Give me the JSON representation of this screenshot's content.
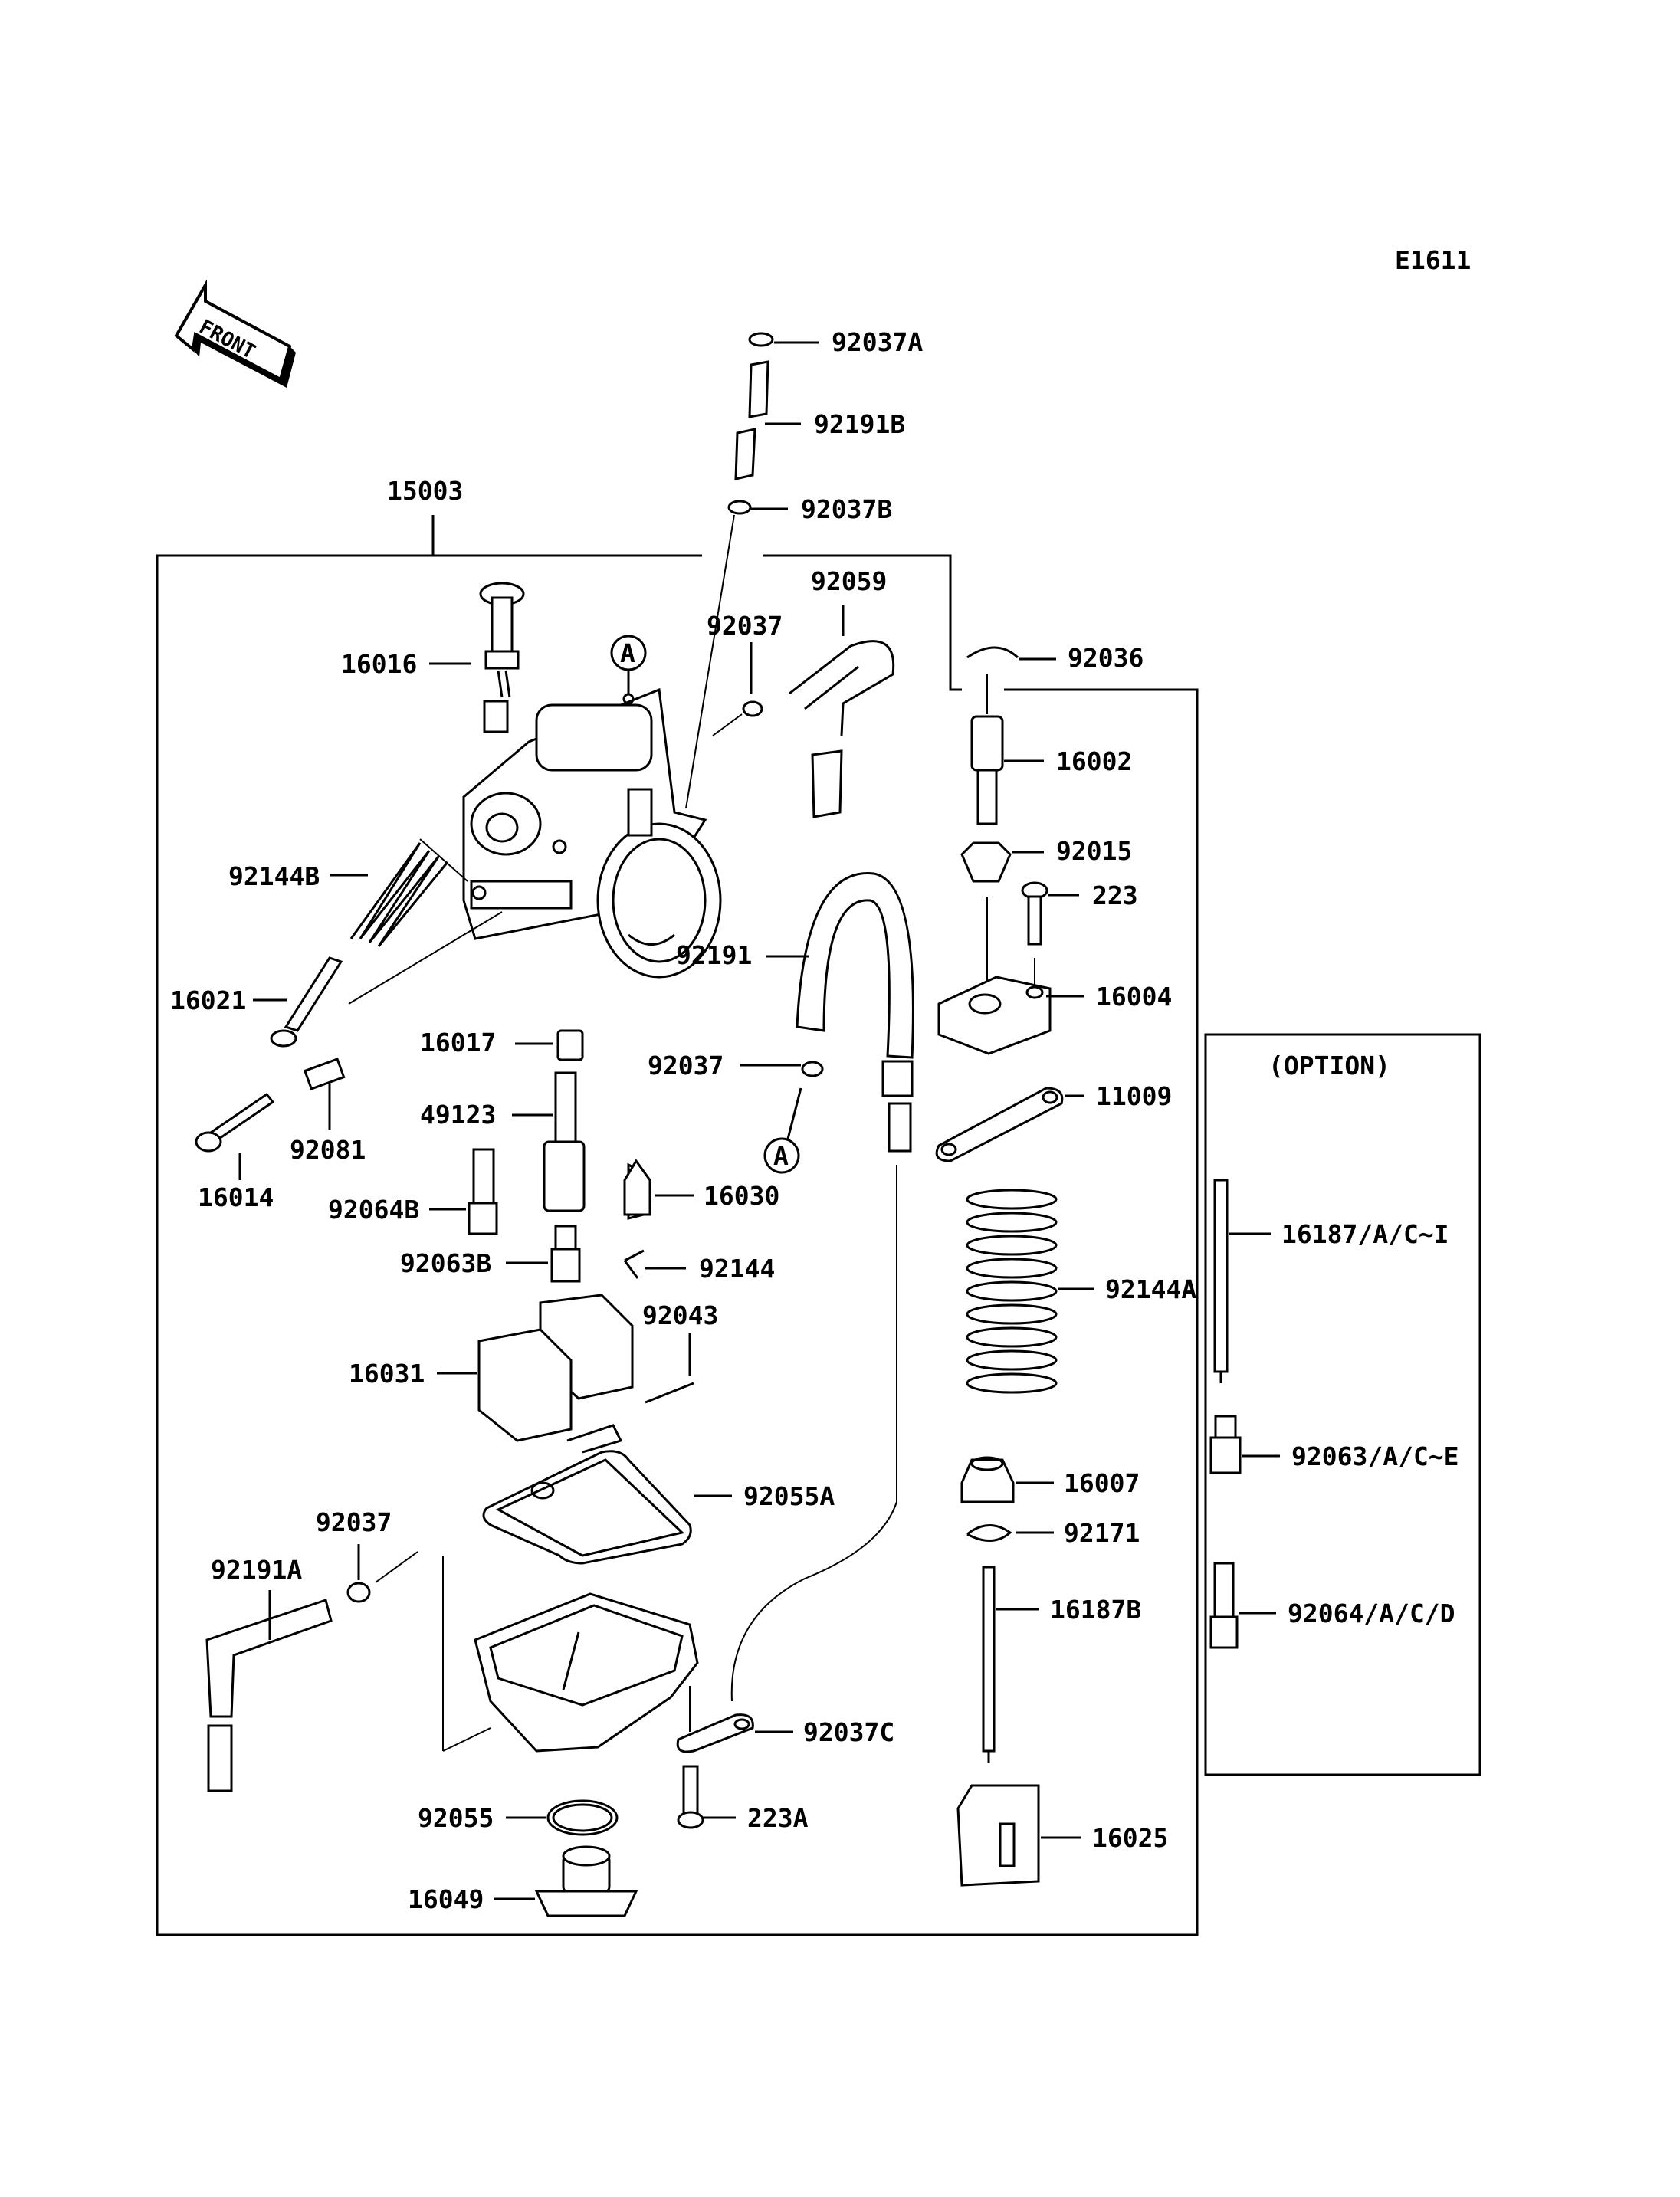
{
  "diagram_code": "E1611",
  "front_label": "FRONT",
  "option_title": "(OPTION)",
  "circle_marker": "A",
  "parts": {
    "p92037A": "92037A",
    "p92191B": "92191B",
    "p15003": "15003",
    "p92037B": "92037B",
    "p92059": "92059",
    "p92037_top": "92037",
    "p92036": "92036",
    "p16016": "16016",
    "p16002": "16002",
    "p92015": "92015",
    "p223": "223",
    "p92144B": "92144B",
    "p92191": "92191",
    "p16004": "16004",
    "p16021": "16021",
    "p16017": "16017",
    "p92037_mid": "92037",
    "p11009": "11009",
    "p49123": "49123",
    "p92081": "92081",
    "p16014": "16014",
    "p92064B": "92064B",
    "p16030": "16030",
    "p92063B": "92063B",
    "p92144": "92144",
    "p92144A": "92144A",
    "p92043": "92043",
    "p16031": "16031",
    "p92055A": "92055A",
    "p16007": "16007",
    "p92037_low": "92037",
    "p92171": "92171",
    "p92191A": "92191A",
    "p16187B": "16187B",
    "p92037C": "92037C",
    "p92055": "92055",
    "p223A": "223A",
    "p16025": "16025",
    "p16049": "16049",
    "opt1": "16187/A/C~I",
    "opt2": "92063/A/C~E",
    "opt3": "92064/A/C/D"
  }
}
